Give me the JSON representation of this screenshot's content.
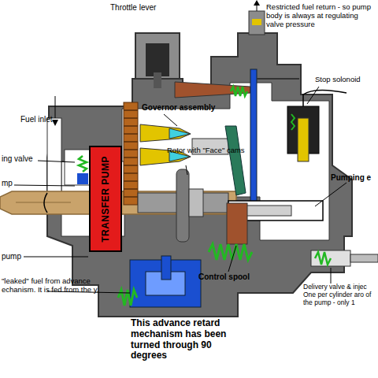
{
  "diagram": {
    "nodes": [
      {
        "text": [
          "TRANSFER PUMP"
        ]
      }
    ],
    "labels": [
      "Throttle lever",
      "Restricted fuel return - so pump body is always at regulating valve pressure",
      "Governor assembly",
      "Stop solonoid",
      "Fuel inlet",
      "ing valve",
      "mp",
      "Rotor with \"Face\" cams",
      "Pumping e",
      "pump",
      "Control spool",
      "\"leaked\" fuel from advance echanism. It is fed from the y.",
      "Delivery valve & injec One per cylinder aro of the pump - only 1",
      "This advance retard mechanism has been turned through 90 degrees"
    ]
  }
}
